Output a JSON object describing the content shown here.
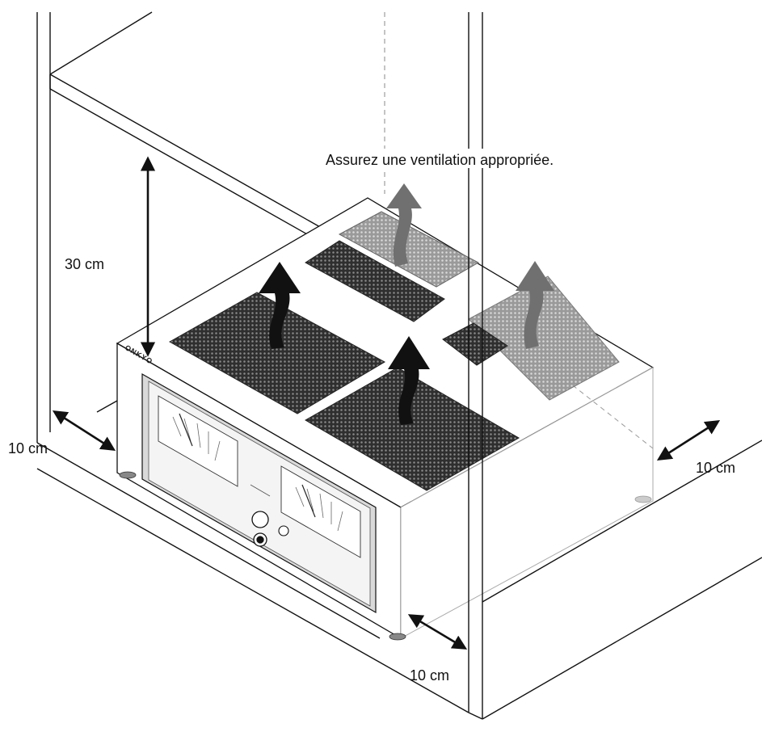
{
  "caption": "Assurez une ventilation appropriée.",
  "brand": "ONKYO",
  "clearances": {
    "top": "30 cm",
    "left": "10 cm",
    "right": "10 cm",
    "back": "10 cm"
  },
  "colors": {
    "line": "#111111",
    "arrow_front": "#111111",
    "arrow_back": "#707070",
    "mesh_dark": "#3c3c3c",
    "mesh_light": "#a8a8a8",
    "panel": "#f2f2f2"
  }
}
